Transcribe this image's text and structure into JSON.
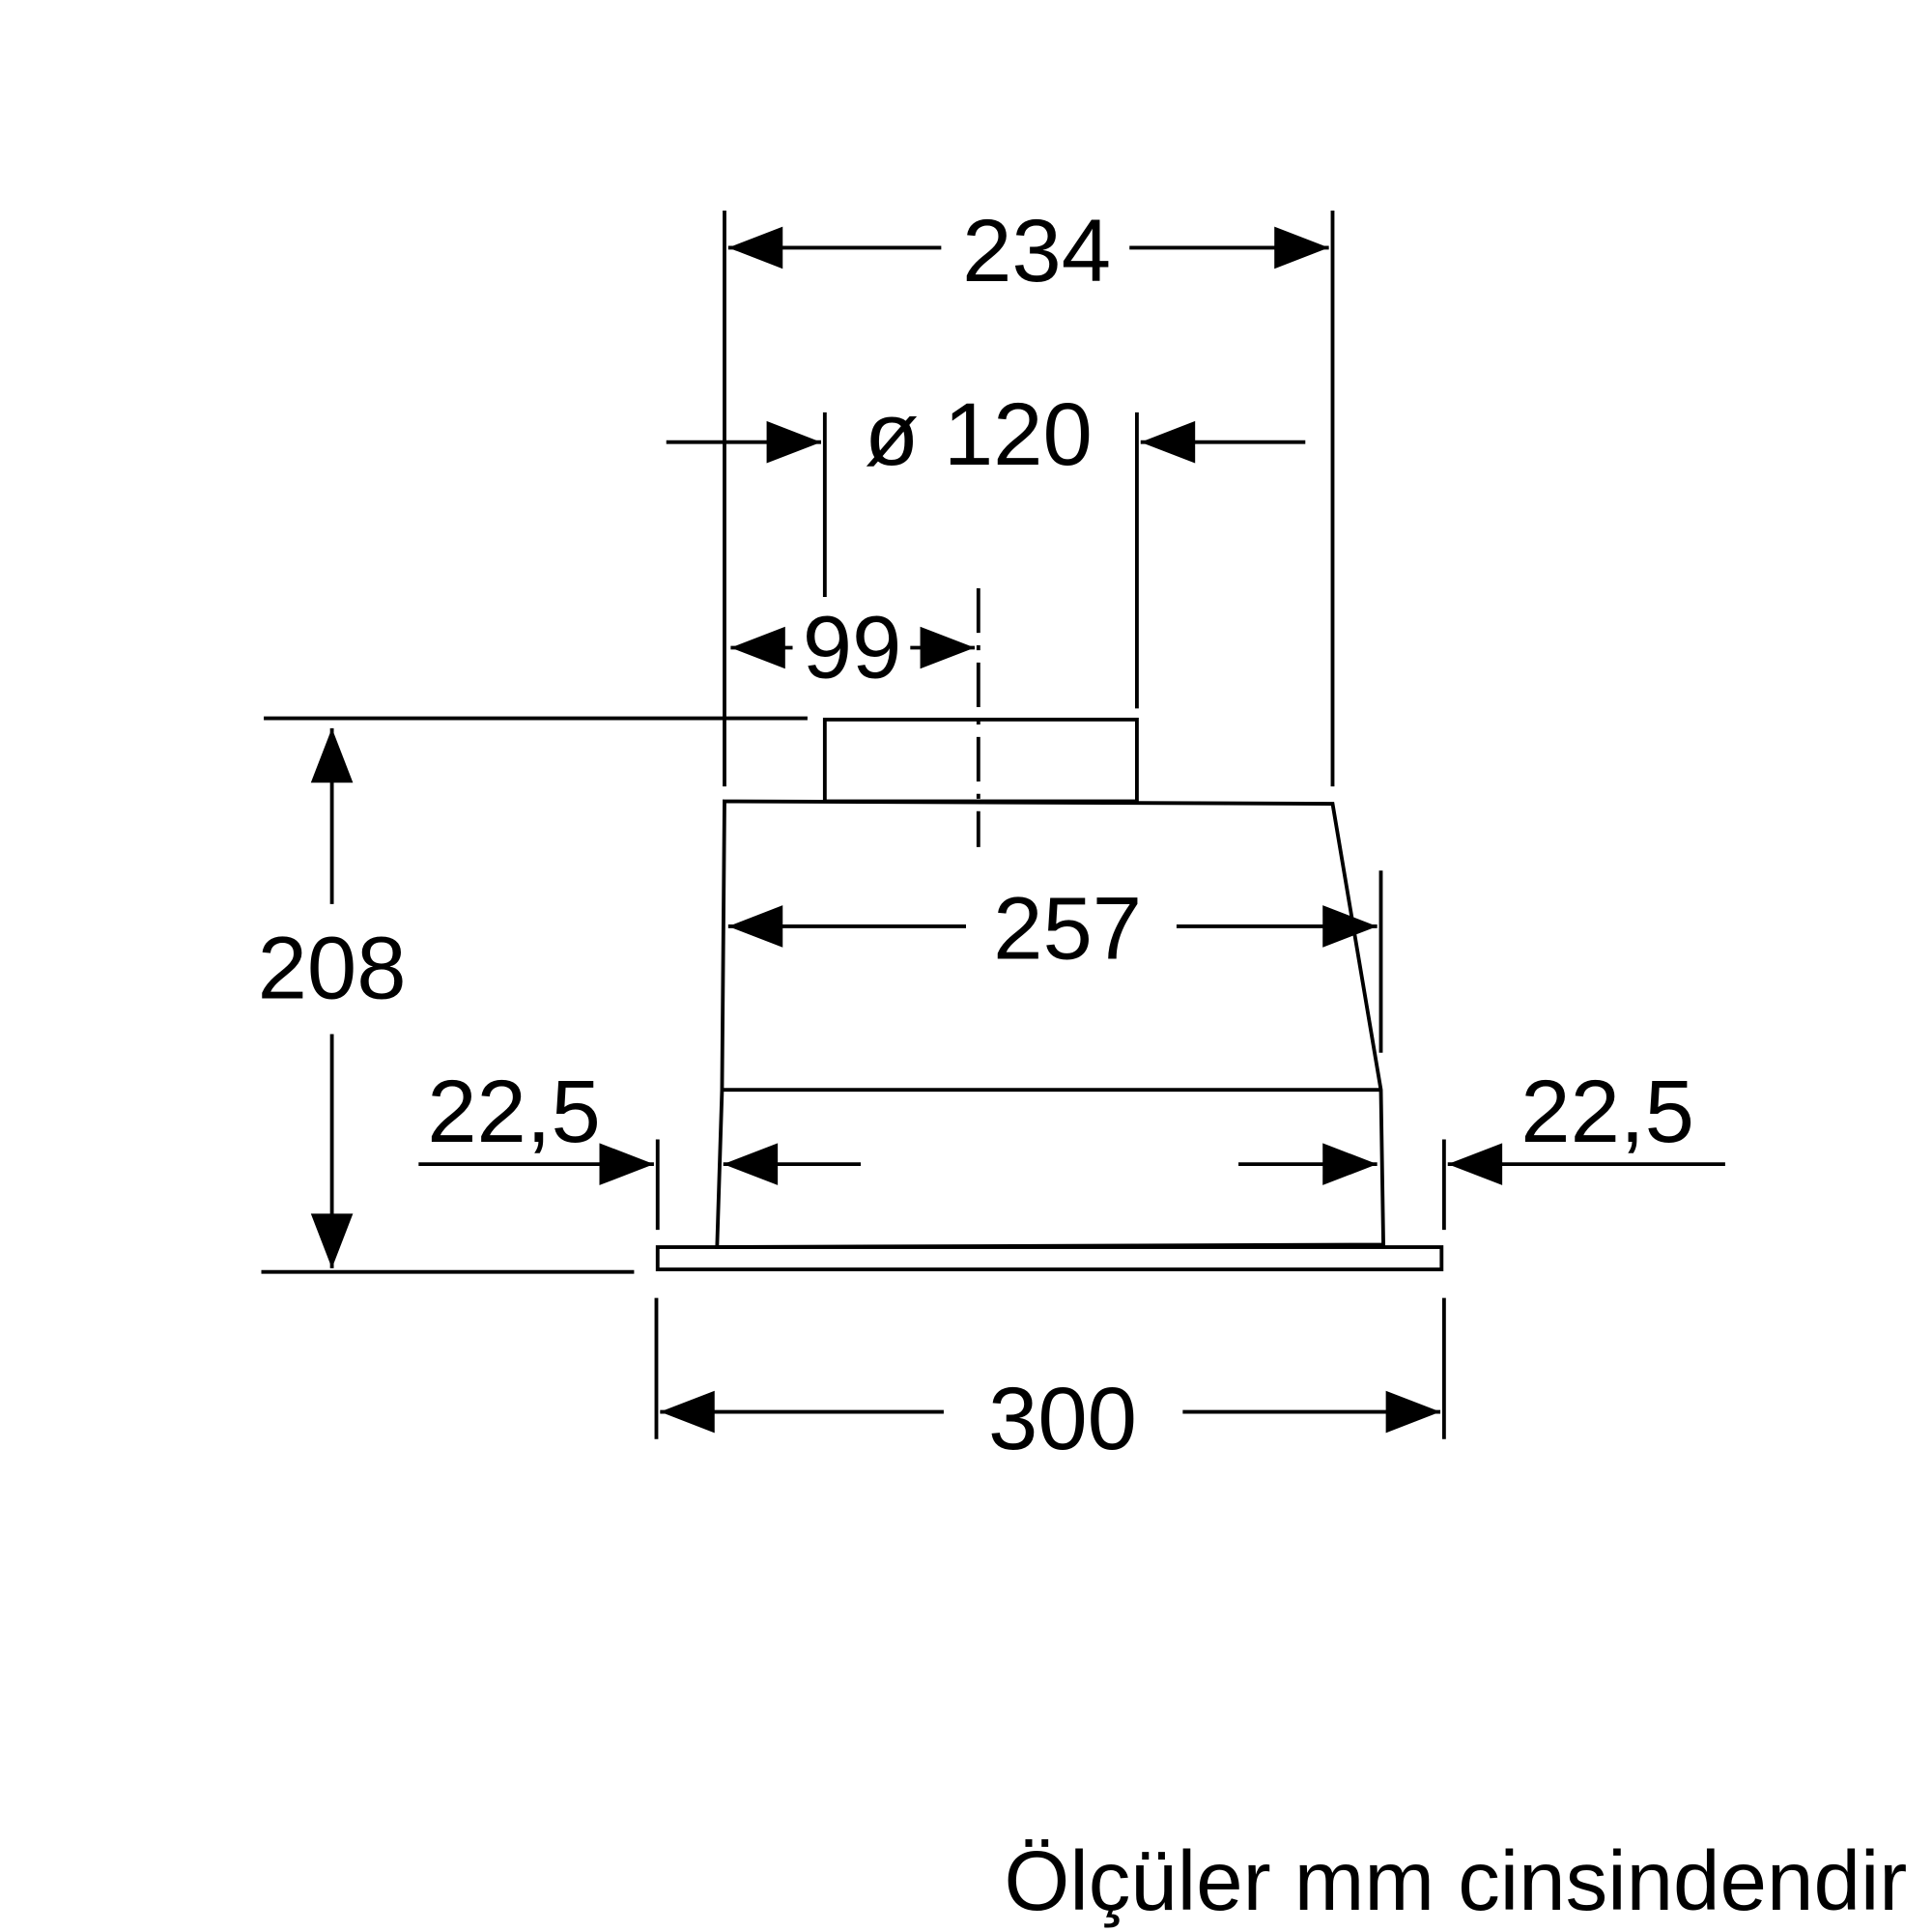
{
  "dimensions": {
    "top_width": "234",
    "duct_diameter": "ø 120",
    "duct_offset": "99",
    "height": "208",
    "body_width": "257",
    "left_margin": "22,5",
    "right_margin": "22,5",
    "total_width": "300"
  },
  "caption": "Ölçüler mm cinsindendir",
  "colors": {
    "line": "#000000",
    "background": "#ffffff"
  }
}
